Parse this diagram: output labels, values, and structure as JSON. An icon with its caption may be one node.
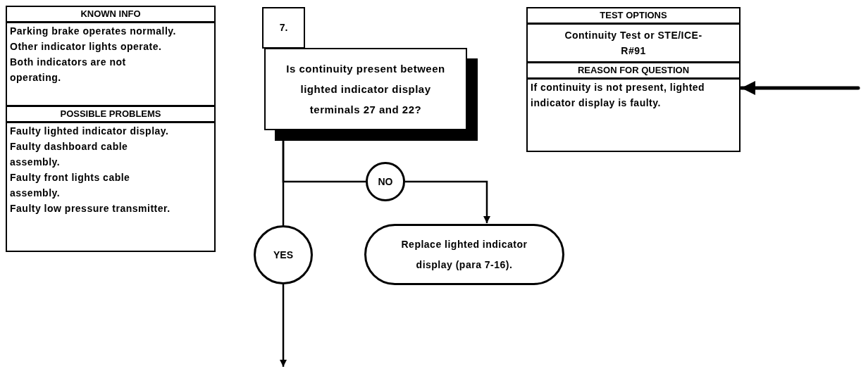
{
  "diagram": {
    "nodes": [
      {
        "text": [
          "KNOWN INFO",
          "Parking brake operates normally.",
          "Other indicator lights operate.",
          "Both indicators are not operating.",
          "POSSIBLE PROBLEMS",
          "Faulty lighted indicator display.",
          "Faulty dashboard cable assembly.",
          "Faulty front lights cable assembly.",
          "Faulty low pressure transmitter."
        ]
      },
      {
        "text": [
          "7."
        ]
      },
      {
        "text": [
          "Is continuity present between lighted indicator display terminals 27 and 22?"
        ]
      },
      {
        "text": [
          "NO"
        ]
      },
      {
        "text": [
          "YES"
        ]
      },
      {
        "text": [
          "Replace lighted indicator display (para 7-16)."
        ]
      },
      {
        "text": [
          "TEST OPTIONS",
          "Continuity Test or STE/ICE-R#91",
          "REASON FOR QUESTION",
          "If continuity is not present, lighted indicator display is faulty."
        ]
      }
    ],
    "edges": [
      {
        "from": 2,
        "to": 3,
        "arrow": "none"
      },
      {
        "from": 2,
        "to": 4,
        "arrow": "none"
      },
      {
        "from": 3,
        "to": 5,
        "arrow": "to"
      },
      {
        "from": 4,
        "to": null,
        "arrow": "to"
      },
      {
        "from": null,
        "to": 6,
        "arrow": "to",
        "style": "thick"
      }
    ]
  }
}
